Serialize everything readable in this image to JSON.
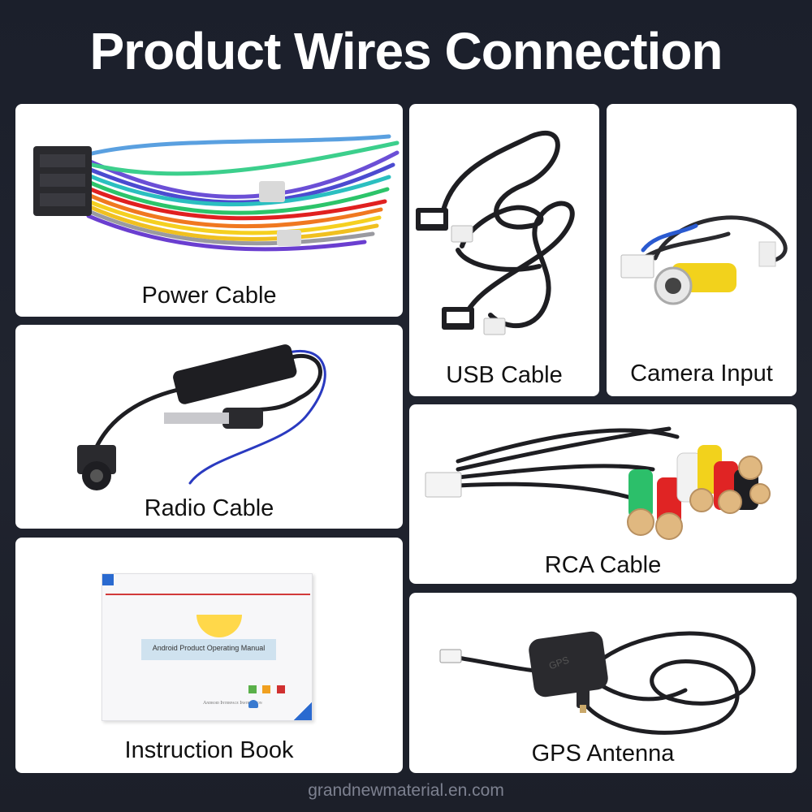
{
  "title": "Product Wires Connection",
  "items": {
    "power": {
      "label": "Power Cable"
    },
    "usb": {
      "label": "USB Cable"
    },
    "camera": {
      "label": "Camera Input"
    },
    "radio": {
      "label": "Radio Cable"
    },
    "rca": {
      "label": "RCA Cable"
    },
    "manual": {
      "label": "Instruction Book",
      "cover_title": "Android Product Operating Manual",
      "cover_footer": "Android Interface Instruction"
    },
    "gps": {
      "label": "GPS Antenna",
      "module_text": "GPS"
    }
  },
  "footer": "grandnewmaterial.en.com",
  "colors": {
    "background": "#1c1f29",
    "card": "#ffffff",
    "title_text": "#ffffff",
    "footer_text": "#7d8190"
  }
}
